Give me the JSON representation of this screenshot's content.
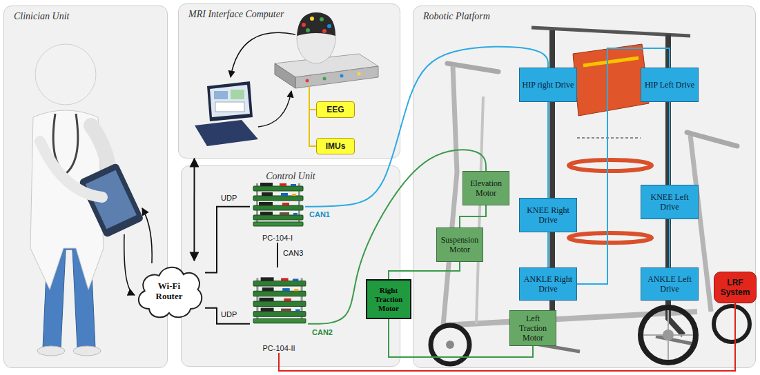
{
  "diagram": {
    "nodes": [
      {
        "text": [
          "Clinician Unit"
        ]
      },
      {
        "text": [
          "MRI Interface Computer"
        ]
      },
      {
        "text": [
          "EEG"
        ],
        "in": 1
      },
      {
        "text": [
          "IMUs"
        ],
        "in": 1
      },
      {
        "text": [
          "Control Unit"
        ]
      },
      {
        "text": [
          "PC-104-I"
        ],
        "in": 4
      },
      {
        "text": [
          "PC-104-II"
        ],
        "in": 4
      },
      {
        "text": [
          "Wi-Fi Router"
        ]
      },
      {
        "text": [
          "Robotic Platform"
        ]
      },
      {
        "text": [
          "HIP right Drive"
        ],
        "in": 8
      },
      {
        "text": [
          "HIP Left Drive"
        ],
        "in": 8
      },
      {
        "text": [
          "Elevation Motor"
        ],
        "in": 8
      },
      {
        "text": [
          "KNEE Right Drive"
        ],
        "in": 8
      },
      {
        "text": [
          "KNEE Left Drive"
        ],
        "in": 8
      },
      {
        "text": [
          "Suspension Motor"
        ],
        "in": 8
      },
      {
        "text": [
          "ANKLE Right Drive"
        ],
        "in": 8
      },
      {
        "text": [
          "ANKLE Left Drive"
        ],
        "in": 8
      },
      {
        "text": [
          "Right Traction Motor"
        ]
      },
      {
        "text": [
          "Left Traction Motor"
        ],
        "in": 8
      },
      {
        "text": [
          "LRF System"
        ]
      }
    ],
    "edges": [
      {
        "from": 7,
        "to": 1,
        "arrow": "both"
      },
      {
        "from": 7,
        "to": 5,
        "label": "UDP",
        "arrow": "none"
      },
      {
        "from": 7,
        "to": 6,
        "label": "UDP",
        "arrow": "none"
      },
      {
        "from": 5,
        "to": 6,
        "label": "CAN3",
        "arrow": "none"
      },
      {
        "from": 5,
        "to": 9,
        "label": "CAN1",
        "arrow": "none"
      },
      {
        "from": 9,
        "to": 12,
        "arrow": "none"
      },
      {
        "from": 12,
        "to": 15,
        "arrow": "none"
      },
      {
        "from": 15,
        "to": 10,
        "arrow": "none"
      },
      {
        "from": 10,
        "to": 13,
        "arrow": "none"
      },
      {
        "from": 13,
        "to": 16,
        "arrow": "none"
      },
      {
        "from": 6,
        "to": 11,
        "label": "CAN2",
        "arrow": "none"
      },
      {
        "from": 11,
        "to": 14,
        "arrow": "none"
      },
      {
        "from": 14,
        "to": 17,
        "arrow": "none"
      },
      {
        "from": 17,
        "to": 18,
        "arrow": "none"
      },
      {
        "from": 6,
        "to": 19,
        "arrow": "none"
      },
      {
        "from": 2,
        "to": 3,
        "arrow": "none"
      }
    ]
  }
}
